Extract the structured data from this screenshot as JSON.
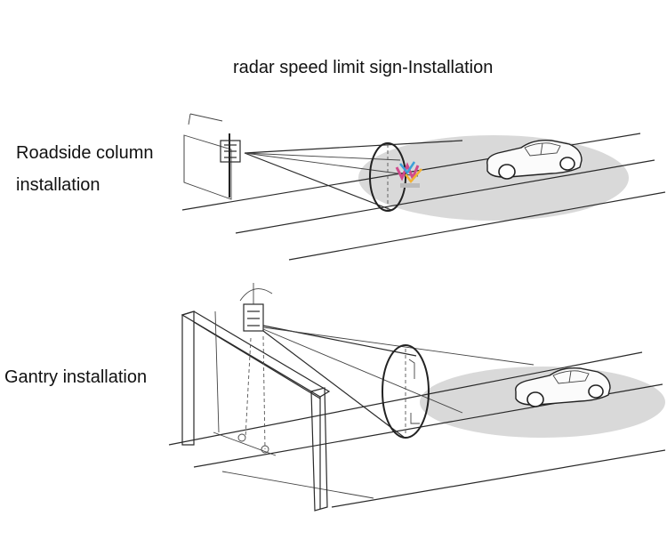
{
  "title": "radar speed limit sign-Installation",
  "labels": {
    "roadside": "Roadside column installation",
    "gantry": "Gantry installation"
  },
  "icons": [
    "radar-sign-icon",
    "car-icon",
    "gantry-icon",
    "watermark-logo"
  ],
  "colors": {
    "line": "#2a2a2a",
    "coverage_ellipse": "#d9d9d9",
    "background": "#ffffff"
  }
}
